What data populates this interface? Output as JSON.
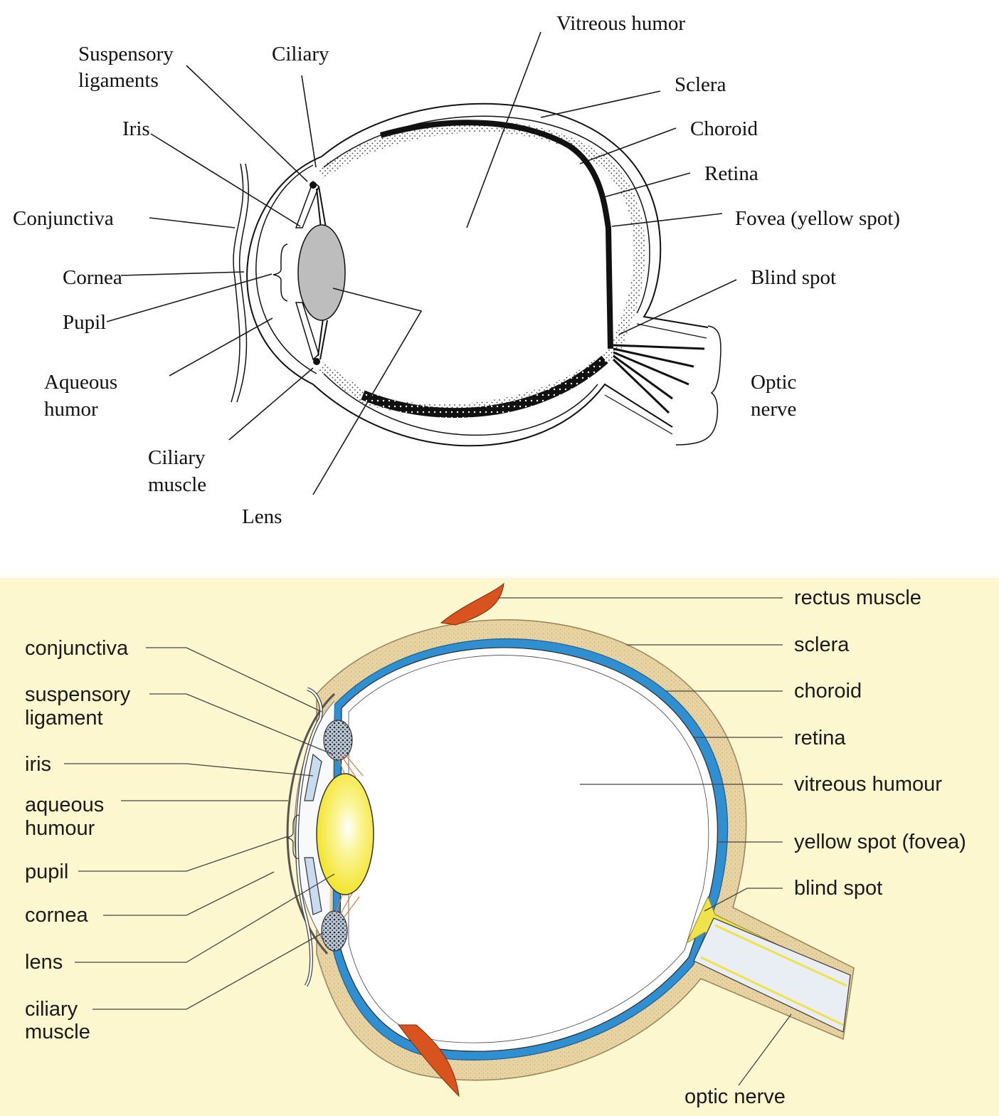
{
  "top_diagram": {
    "labels": {
      "vitreous_humor": "Vitreous humor",
      "suspensory_line1": "Suspensory",
      "suspensory_line2": "ligaments",
      "ciliary": "Ciliary",
      "sclera": "Sclera",
      "iris": "Iris",
      "choroid": "Choroid",
      "retina": "Retina",
      "conjunctiva": "Conjunctiva",
      "fovea": "Fovea (yellow spot)",
      "cornea": "Cornea",
      "blind_spot": "Blind spot",
      "pupil": "Pupil",
      "aqueous_line1": "Aqueous",
      "aqueous_line2": "humor",
      "optic_line1": "Optic",
      "optic_line2": "nerve",
      "ciliary_muscle_line1": "Ciliary",
      "ciliary_muscle_line2": "muscle",
      "lens": "Lens"
    }
  },
  "bottom_diagram": {
    "labels": {
      "rectus_muscle": "rectus muscle",
      "conjunctiva": "conjunctiva",
      "sclera": "sclera",
      "suspensory_line1": "suspensory",
      "suspensory_line2": "ligament",
      "choroid": "choroid",
      "retina": "retina",
      "iris": "iris",
      "vitreous": "vitreous humour",
      "aqueous_line1": "aqueous",
      "aqueous_line2": "humour",
      "fovea": "yellow spot (fovea)",
      "pupil": "pupil",
      "blind_spot": "blind spot",
      "cornea": "cornea",
      "lens": "lens",
      "ciliary_muscle_line1": "ciliary",
      "ciliary_muscle_line2": "muscle",
      "optic_nerve": "optic nerve"
    },
    "colors": {
      "background": "#fcf7cf",
      "sclera": "#e9d6a8",
      "choroid": "#2f8fd0",
      "lens": "#f5ea2a",
      "muscle": "#d9531e",
      "blind_spot": "#f0e24a"
    }
  }
}
